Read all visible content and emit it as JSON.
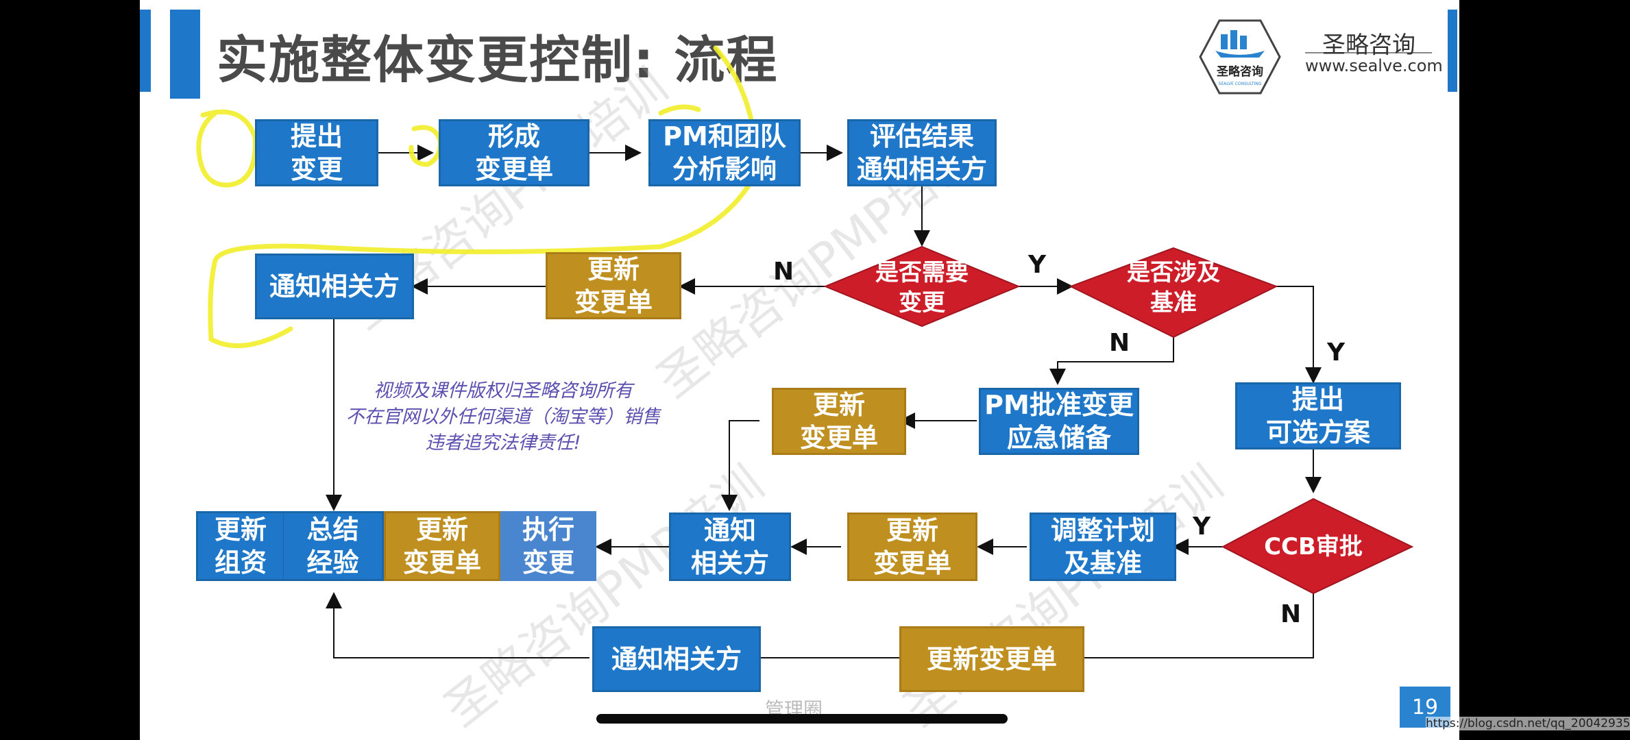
{
  "title": "实施整体变更控制: 流程",
  "brand": {
    "name": "圣略咨询",
    "url": "www.sealve.com",
    "logo_text": "圣略咨询",
    "logo_sub": "SEALVE CONSULTING"
  },
  "page_number": "19",
  "footer_logo": "管理圈",
  "blog_url": "https://blog.csdn.net/qq_20042935",
  "watermark": "圣略咨询PMP培训",
  "copyright_note": [
    "视频及课件版权归圣略咨询所有",
    "不在官网以外任何渠道（淘宝等）销售",
    "违者追究法律责任!"
  ],
  "nodes": {
    "propose": [
      "提出",
      "变更"
    ],
    "form": [
      "形成",
      "变更单"
    ],
    "analyze": [
      "PM和团队",
      "分析影响"
    ],
    "notify_result": [
      "评估结果",
      "通知相关方"
    ],
    "need_change": [
      "是否需要",
      "变更"
    ],
    "involve_baseline": [
      "是否涉及",
      "基准"
    ],
    "notify_top": [
      "通知相关方"
    ],
    "update_top": [
      "更新",
      "变更单"
    ],
    "pm_approve": [
      "PM批准变更",
      "应急储备"
    ],
    "update_mid": [
      "更新",
      "变更单"
    ],
    "options": [
      "提出",
      "可选方案"
    ],
    "ccb": [
      "CCB审批"
    ],
    "adjust": [
      "调整计划",
      "及基准"
    ],
    "update_low": [
      "更新",
      "变更单"
    ],
    "notify_low": [
      "通知",
      "相关方"
    ],
    "exec": [
      "执行",
      "变更"
    ],
    "update_exec": [
      "更新",
      "变更单"
    ],
    "summary": [
      "总结",
      "经验"
    ],
    "update_assets": [
      "更新",
      "组资"
    ],
    "update_bottom": [
      "更新变更单"
    ],
    "notify_bottom": [
      "通知相关方"
    ]
  },
  "labels": {
    "n1": "N",
    "y1": "Y",
    "n2": "N",
    "y2": "Y",
    "y3": "Y",
    "n3": "N"
  }
}
